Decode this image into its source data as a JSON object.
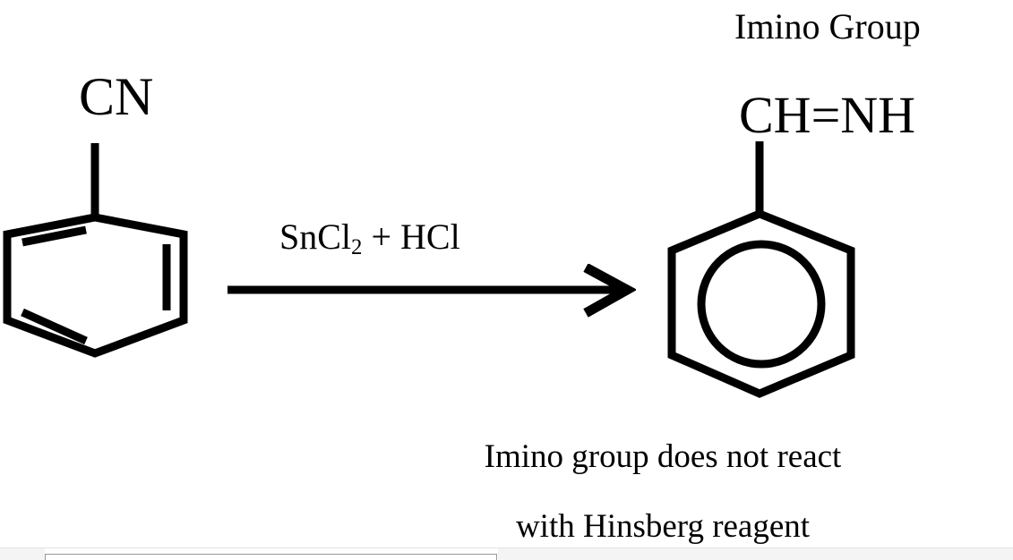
{
  "diagram": {
    "title": "Reduction of benzonitrile with SnCl2 + HCl (Stephen reaction) giving an imino group",
    "type": "chemical-reaction-scheme"
  },
  "reactant": {
    "substituent_label": "CN",
    "ring_notation": "kekule",
    "ring_name": "benzene-ring"
  },
  "arrow": {
    "reagent_text_prefix": "SnCl",
    "reagent_subscript": "2",
    "reagent_text_suffix": " + HCl",
    "direction": "right"
  },
  "product": {
    "annotation_label": "Imino Group",
    "substituent_label": "CH=NH",
    "ring_notation": "aromatic-circle",
    "ring_name": "benzene-ring"
  },
  "caption": {
    "line1": "Imino group does not react",
    "line2": "with Hinsberg reagent"
  },
  "colors": {
    "stroke": "#000000",
    "background": "#ffffff",
    "bottom_rule": "#e3e3e3",
    "bottom_box_border": "#999999"
  }
}
